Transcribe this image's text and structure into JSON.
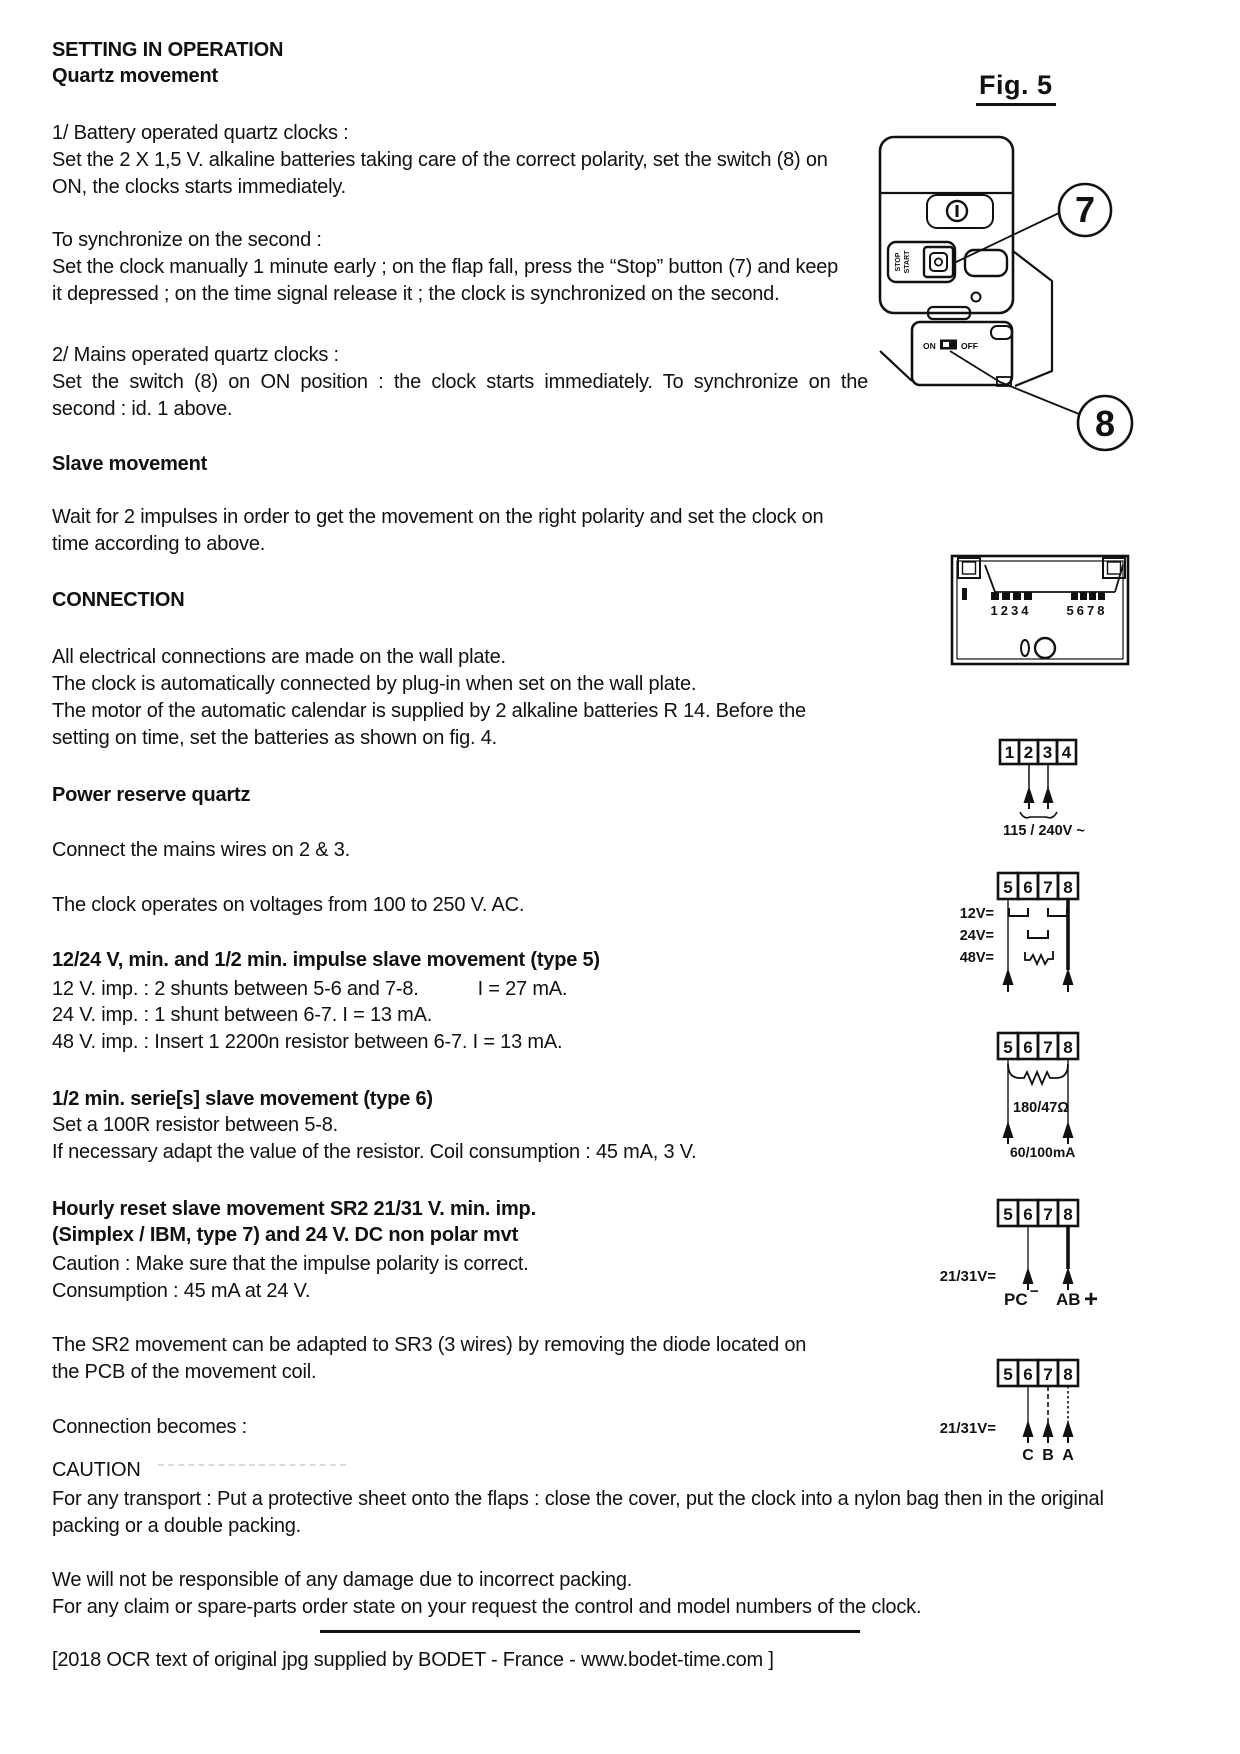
{
  "doc": {
    "title": "SETTING IN OPERATION",
    "subtitle": "Quartz movement",
    "battery": {
      "title": "1/ Battery operated quartz clocks :",
      "lines": [
        "Set the 2 X 1,5 V. alkaline batteries taking care of the correct polarity, set the switch (8) on",
        "ON, the clocks starts immediately."
      ]
    },
    "sync": {
      "title": "To synchronize on the second :",
      "lines": [
        "Set the clock manually 1 minute early ; on the flap fall, press the “Stop” button (7) and keep",
        "it depressed ; on the time signal release it ; the clock is synchronized on the second."
      ]
    },
    "mains": {
      "title": "2/ Mains operated quartz clocks :",
      "lines": [
        "Set the switch (8) on ON position : the clock starts immediately. To synchronize on the",
        "second : id. 1 above."
      ]
    },
    "slave": {
      "title": "Slave movement",
      "lines": [
        "Wait for 2 impulses in order to get the movement on the right polarity and set the clock on",
        "time according to above."
      ]
    },
    "connection": {
      "title": "CONNECTION",
      "lines": [
        "All electrical connections are made on the wall plate.",
        "The clock is automatically connected by plug-in when set on the wall plate.",
        "The motor of the automatic calendar is supplied by 2 alkaline batteries R 14. Before the",
        "setting on time, set the batteries as shown on fig. 4."
      ]
    },
    "power": {
      "title": "Power reserve quartz",
      "line1": "Connect the mains wires on 2 & 3.",
      "line2": "The clock operates on voltages from 100 to 250 V. AC."
    },
    "type5": {
      "title": "12/24 V, min. and 1/2 min. impulse slave movement (type 5)",
      "lines": [
        "12 V. imp. : 2 shunts between 5-6 and 7-8.           I = 27 mA.",
        "24 V. imp. : 1 shunt between 6-7. I = 13 mA.",
        "48 V. imp. : Insert 1 2200n resistor between 6-7. I = 13 mA."
      ]
    },
    "type6": {
      "title": "1/2 min. serie[s] slave movement (type 6)",
      "lines": [
        "Set a 100R resistor between 5-8.",
        "If necessary adapt the value of the resistor. Coil consumption : 45 mA, 3 V."
      ]
    },
    "sr2": {
      "title1": "Hourly reset slave movement SR2 21/31 V. min. imp.",
      "title2": "(Simplex / IBM, type 7) and 24 V. DC non polar mvt",
      "lines": [
        "Caution : Make sure that the impulse polarity is correct.",
        "Consumption : 45 mA at 24 V."
      ]
    },
    "sr3": {
      "lines": [
        "The SR2 movement can be adapted to SR3 (3 wires) by removing the diode located on",
        "the PCB of the movement coil."
      ]
    },
    "connection_becomes": "Connection becomes :",
    "caution": {
      "title": "CAUTION",
      "lines": [
        "For any transport : Put a protective sheet onto the flaps : close the cover, put the clock into a nylon bag then in the original",
        "packing or a double packing."
      ]
    },
    "closing": {
      "lines": [
        "We will not be responsible of any damage due to incorrect packing.",
        "For any claim or spare-parts order state on your request the control and model numbers of the clock."
      ]
    },
    "footer": "[2018 OCR text of original jpg supplied by BODET - France - www.bodet-time.com ]"
  },
  "fig5": {
    "label": "Fig. 5",
    "callout_7": "7",
    "callout_8": "8",
    "stop_label": "STOP",
    "start_label": "START",
    "on_label": "ON",
    "off_label": "OFF"
  },
  "wall_plate": {
    "terminals_left": "1234",
    "terminals_right": "5678"
  },
  "diagram_mains": {
    "terminals": [
      "1",
      "2",
      "3",
      "4"
    ],
    "voltage_label": "115 / 240V ~"
  },
  "diagram_impulse": {
    "terminals": [
      "5",
      "6",
      "7",
      "8"
    ],
    "v12": "12V=",
    "v24": "24V=",
    "v48": "48V="
  },
  "diagram_series": {
    "terminals": [
      "5",
      "6",
      "7",
      "8"
    ],
    "resistor_label": "180/47Ω",
    "current_label": "60/100mA"
  },
  "diagram_sr2": {
    "terminals": [
      "5",
      "6",
      "7",
      "8"
    ],
    "voltage_label": "21/31V=",
    "pc_label": "PC",
    "minus": "−",
    "ab_label": "AB",
    "plus": "+"
  },
  "diagram_sr3": {
    "terminals": [
      "5",
      "6",
      "7",
      "8"
    ],
    "voltage_label": "21/31V=",
    "wire_c": "C",
    "wire_b": "B",
    "wire_a": "A"
  },
  "colors": {
    "ink": "#111111",
    "paper": "#ffffff"
  }
}
